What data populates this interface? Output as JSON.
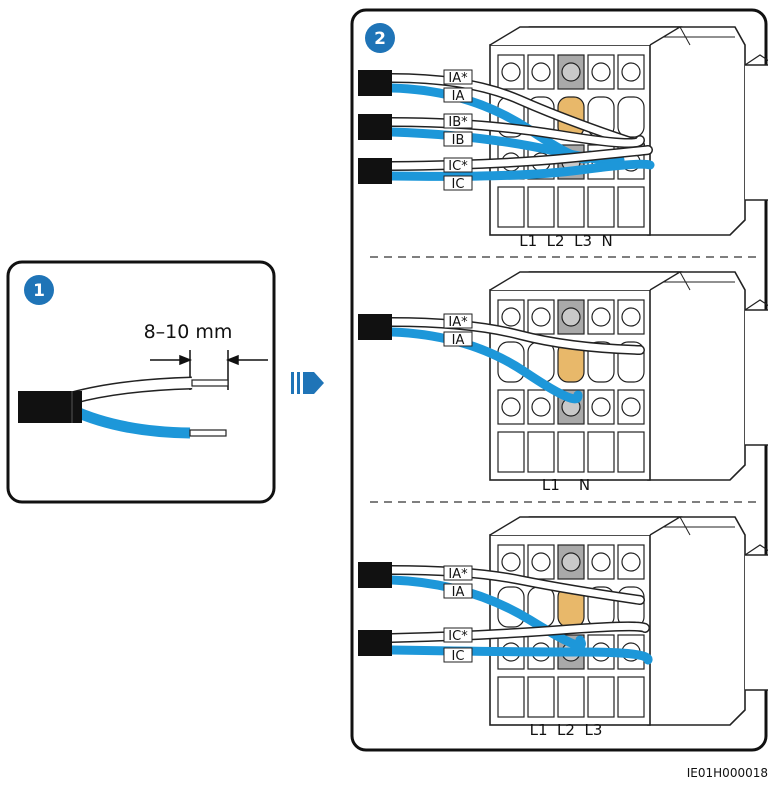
{
  "step1": {
    "number": "1",
    "dimension": "8–10 mm"
  },
  "step2": {
    "number": "2",
    "config_3phase_4wire": {
      "wire_labels": [
        "IA*",
        "IA",
        "IB*",
        "IB",
        "IC*",
        "IC"
      ],
      "terminals": "L1  L2  L3  N"
    },
    "config_single_phase": {
      "wire_labels": [
        "IA*",
        "IA"
      ],
      "terminals": "L1    N"
    },
    "config_3phase_3wire": {
      "wire_labels": [
        "IA*",
        "IA",
        "IC*",
        "IC"
      ],
      "terminals": "L1  L2  L3"
    }
  },
  "figure_code": "IE01H000018",
  "colors": {
    "wire_blue": "#1d97d9",
    "wire_white": "#ffffff",
    "sleeve_black": "#111111",
    "badge_blue": "#1f74b7",
    "contact_tan": "#e8b86a",
    "screw_grey": "#a9a9a9"
  },
  "icons": {
    "arrow": "double-bar-right-arrow-icon"
  }
}
